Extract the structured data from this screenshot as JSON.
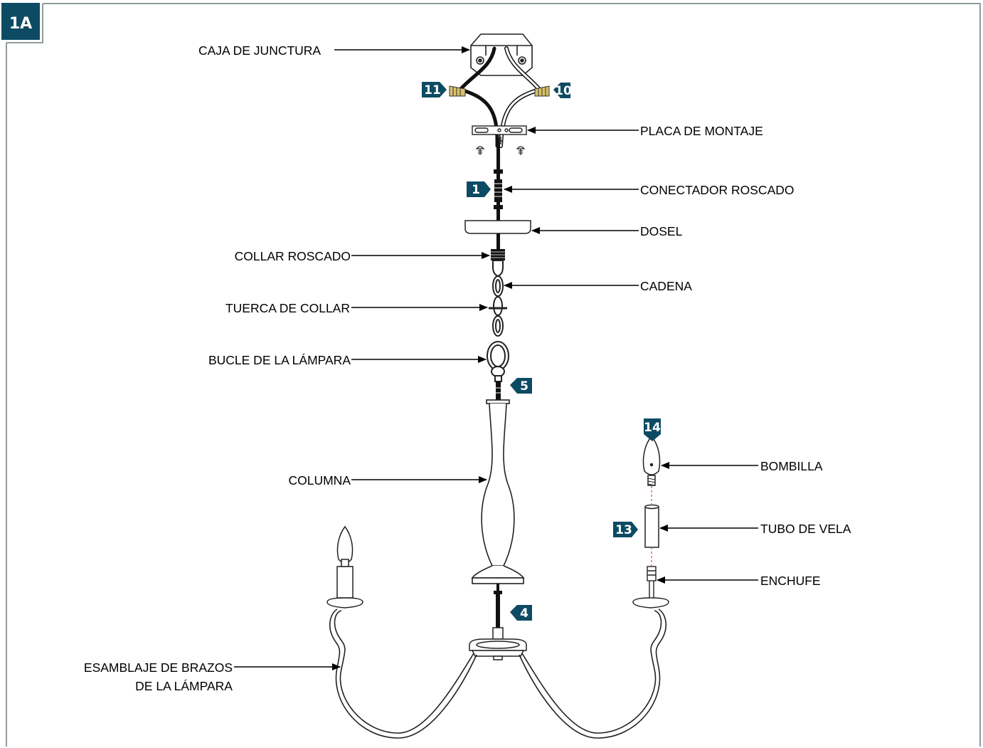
{
  "figure": {
    "id": "1A",
    "accent_color": "#0d4a63"
  },
  "labels": {
    "junction_box": "CAJA DE JUNCTURA",
    "mounting_plate": "PLACA DE MONTAJE",
    "threaded_connector": "CONECTADOR ROSCADO",
    "canopy": "DOSEL",
    "threaded_collar": "COLLAR ROSCADO",
    "chain": "CADENA",
    "collar_nut": "TUERCA DE COLLAR",
    "lamp_loop": "BUCLE DE LA LÁMPARA",
    "column": "COLUMNA",
    "bulb": "BOMBILLA",
    "candle_tube": "TUBO DE VELA",
    "socket": "ENCHUFE",
    "arm_assembly_line1": "ESAMBLAJE DE BRAZOS",
    "arm_assembly_line2": "DE LA LÁMPARA"
  },
  "steps": {
    "s11": "11",
    "s10": "10",
    "s1": "1",
    "s5": "5",
    "s14": "14",
    "s13": "13",
    "s4": "4"
  }
}
